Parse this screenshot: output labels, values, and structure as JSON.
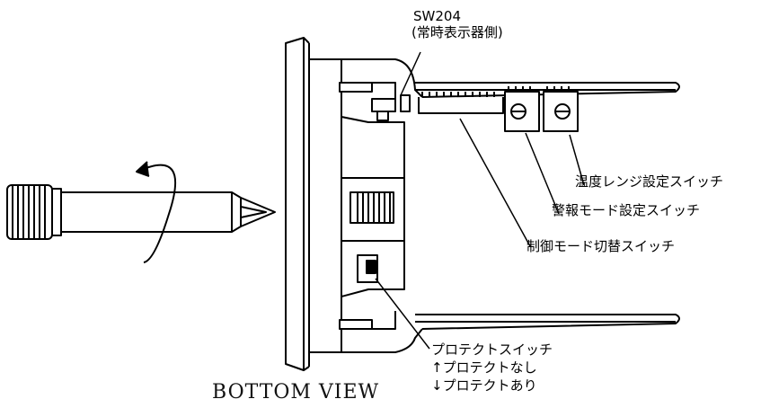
{
  "labels": {
    "sw204_code": "SW204",
    "sw204_desc": "(常時表示器側)",
    "temp_range_switch": "温度レンジ設定スイッチ",
    "alarm_mode_switch": "警報モード設定スイッチ",
    "control_mode_switch": "制御モード切替スイッチ",
    "protect_switch": "プロテクトスイッチ",
    "protect_off": "↑プロテクトなし",
    "protect_on": "↓プロテクトあり"
  },
  "view_title": "BOTTOM VIEW",
  "colors": {
    "line": "#000000",
    "background": "#ffffff"
  }
}
